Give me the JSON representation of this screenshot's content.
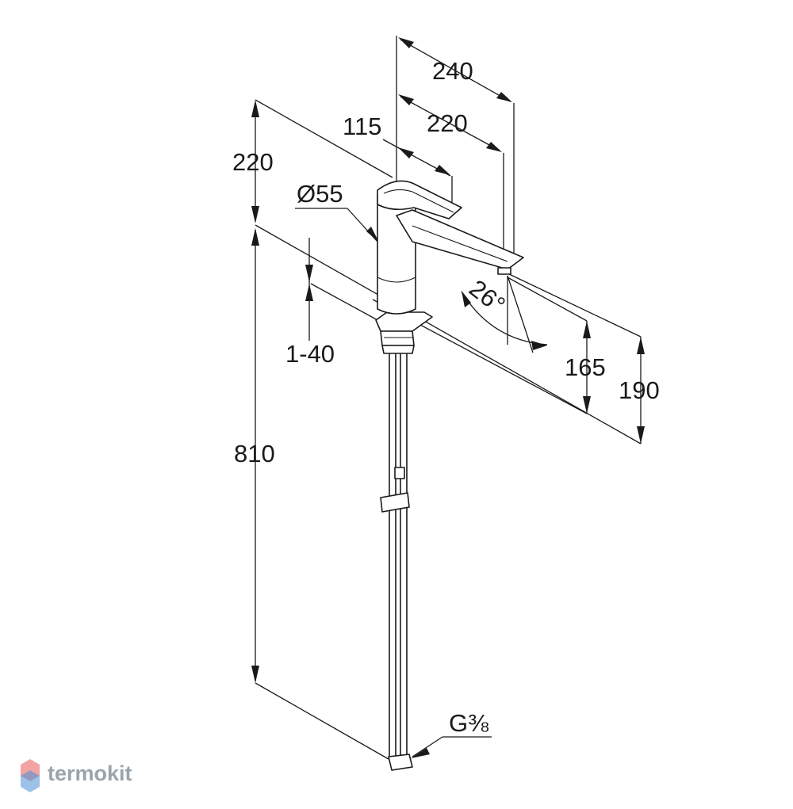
{
  "dimensions": {
    "spout_reach_total": "240",
    "spout_reach": "220",
    "lever_length": "115",
    "body_height": "220",
    "body_diameter": "Ø55",
    "countertop_thickness": "1-40",
    "spout_angle": "26°",
    "outlet_height": "165",
    "spout_height": "190",
    "hose_length": "810",
    "connection_thread": "G⅜"
  },
  "watermark": {
    "brand": "termokit",
    "icon": "hexagon-logo-icon",
    "colors": {
      "top": "#e85a5a",
      "bottom": "#4a8fd6",
      "text": "#9aa4ad"
    }
  }
}
